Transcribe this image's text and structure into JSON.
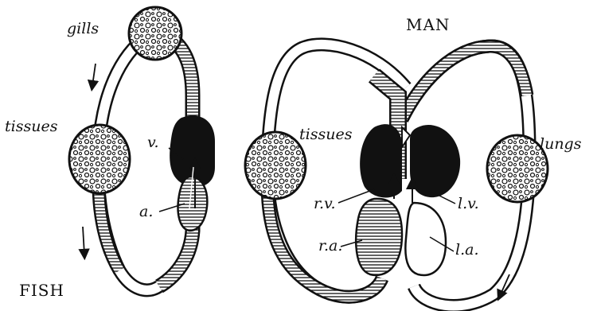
{
  "fish": {
    "title": "FISH",
    "labels": {
      "gills": "gills",
      "tissues": "tissues",
      "ventricle": "v.",
      "atrium": "a."
    }
  },
  "man": {
    "title": "MAN",
    "labels": {
      "tissues": "tissues",
      "lungs": "lungs",
      "right_ventricle": "r.v.",
      "left_ventricle": "l.v.",
      "right_atrium": "r.a.",
      "left_atrium": "l.a."
    }
  },
  "colors": {
    "ink": "#111111",
    "paper": "#ffffff"
  }
}
